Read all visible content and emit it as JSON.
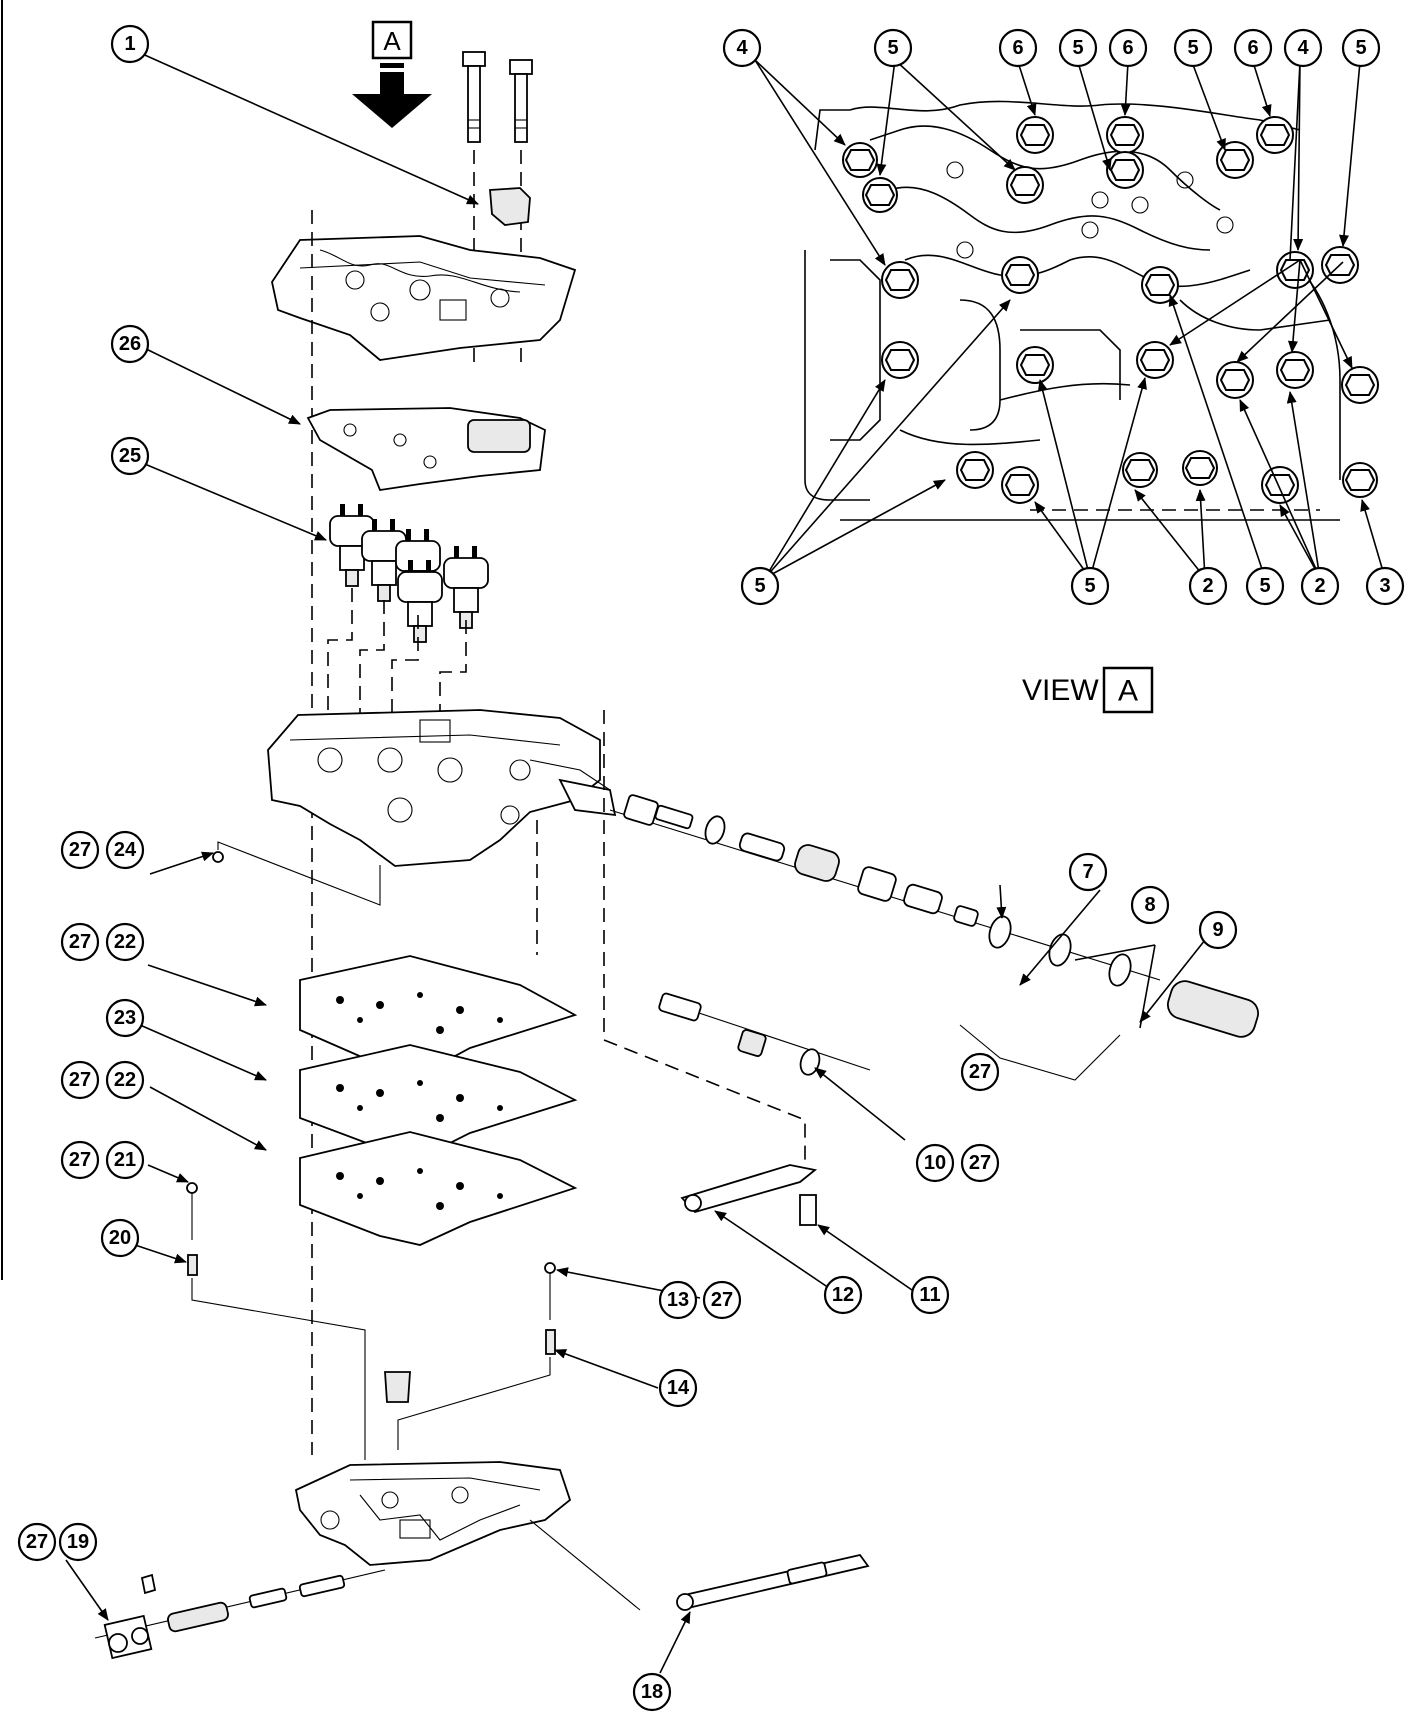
{
  "figure": {
    "view_marker": "A",
    "view_caption_word": "VIEW",
    "view_caption_letter": "A"
  },
  "view_callouts": [
    "4",
    "5",
    "6",
    "5",
    "6",
    "5",
    "6",
    "4",
    "5",
    "5",
    "5",
    "2",
    "5",
    "2",
    "3"
  ],
  "exploded_callouts": [
    "1",
    "26",
    "25",
    "27",
    "24",
    "27",
    "22",
    "23",
    "27",
    "22",
    "27",
    "21",
    "20",
    "7",
    "8",
    "9",
    "27",
    "10",
    "27",
    "12",
    "11",
    "13",
    "27",
    "14",
    "27",
    "19",
    "18"
  ]
}
